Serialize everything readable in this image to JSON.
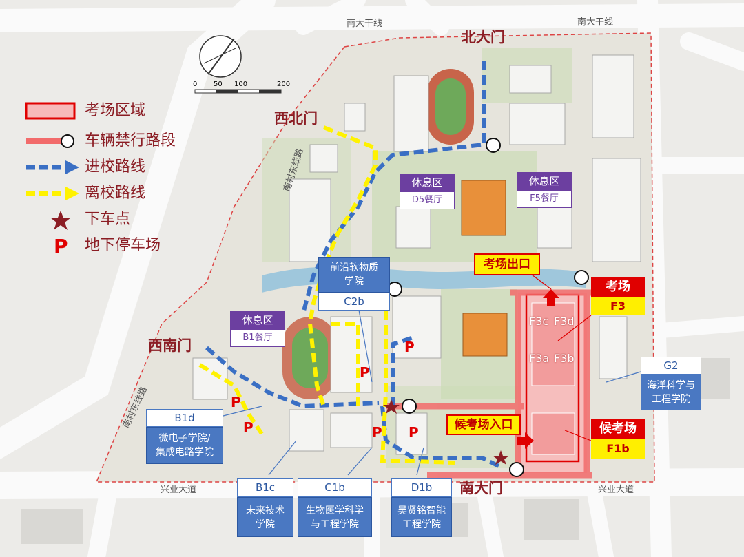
{
  "roads": {
    "north_left": "南大干线",
    "north_right": "南大干线",
    "west_upper": "南村东线路",
    "west_lower": "南村东线路",
    "south_left": "兴业大道",
    "south_right": "兴业大道"
  },
  "gates": {
    "north": "北大门",
    "northwest": "西北门",
    "southwest": "西南门",
    "south": "南大门"
  },
  "scale": [
    "0",
    "50",
    "100",
    "200"
  ],
  "legend": [
    {
      "label": "考场区域",
      "icon": "exam-area-rect"
    },
    {
      "label": "车辆禁行路段",
      "icon": "no-vehicle-bar"
    },
    {
      "label": "进校路线",
      "icon": "blue-dashed-arrow"
    },
    {
      "label": "离校路线",
      "icon": "yellow-dashed-arrow"
    },
    {
      "label": "下车点",
      "icon": "star-icon"
    },
    {
      "label": "地下停车场",
      "icon": "parking-p-icon"
    }
  ],
  "rest_areas": [
    {
      "title": "休息区",
      "sub": "D5餐厅"
    },
    {
      "title": "休息区",
      "sub": "F5餐厅"
    },
    {
      "title": "休息区",
      "sub": "B1餐厅"
    }
  ],
  "colleges": {
    "c2b": {
      "name": "前沿软物质\n学院",
      "code": "C2b"
    },
    "g2": {
      "code": "G2",
      "name": "海洋科学与\n工程学院"
    },
    "b1d": {
      "code": "B1d",
      "name": "微电子学院/\n集成电路学院"
    },
    "b1c": {
      "code": "B1c",
      "name": "未来技术\n学院"
    },
    "c1b": {
      "code": "C1b",
      "name": "生物医学科学\n与工程学院"
    },
    "d1b": {
      "code": "D1b",
      "name": "吴贤铭智能\n工程学院"
    }
  },
  "exam": {
    "exit_label": "考场出口",
    "entrance_label": "候考场入口",
    "exam_title": "考场",
    "exam_code": "F3",
    "wait_title": "候考场",
    "wait_code": "F1b",
    "rooms": [
      "F3c",
      "F3d",
      "F3a",
      "F3b"
    ]
  },
  "colors": {
    "exam_red": "#e00000",
    "entry_blue": "#3a6fc4",
    "exit_yellow": "#ffef00",
    "rest_purple": "#6c3fa0",
    "gate_text": "#8b1d24"
  }
}
